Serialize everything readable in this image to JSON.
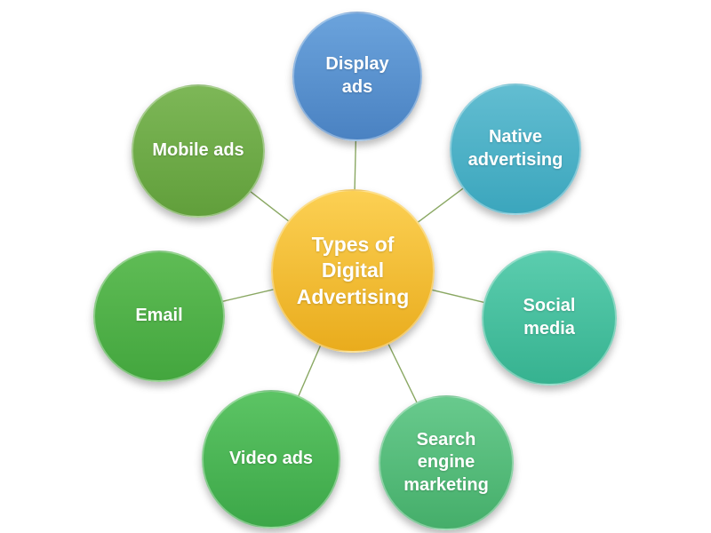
{
  "diagram": {
    "background_color": "#ffffff",
    "connector_color": "#8aa863",
    "text_color": "#ffffff",
    "center": {
      "id": "center",
      "label": "Types of\nDigital\nAdvertising",
      "color_top": "#fcd053",
      "color_bottom": "#e9ac1d"
    },
    "nodes": [
      {
        "id": "display-ads",
        "label": "Display\nads",
        "color_top": "#6ba3dc",
        "color_bottom": "#4a82c2"
      },
      {
        "id": "native-advertising",
        "label": "Native\nadvertising",
        "color_top": "#62bdd1",
        "color_bottom": "#3ba6bd"
      },
      {
        "id": "social-media",
        "label": "Social\nmedia",
        "color_top": "#5bcdae",
        "color_bottom": "#36b290"
      },
      {
        "id": "search-engine-marketing",
        "label": "Search\nengine\nmarketing",
        "color_top": "#68ca8d",
        "color_bottom": "#45ae6a"
      },
      {
        "id": "video-ads",
        "label": "Video ads",
        "color_top": "#5cc464",
        "color_bottom": "#3ca748"
      },
      {
        "id": "email",
        "label": "Email",
        "color_top": "#5fbc55",
        "color_bottom": "#43a63e"
      },
      {
        "id": "mobile-ads",
        "label": "Mobile ads",
        "color_top": "#7db757",
        "color_bottom": "#619f3b"
      }
    ]
  }
}
